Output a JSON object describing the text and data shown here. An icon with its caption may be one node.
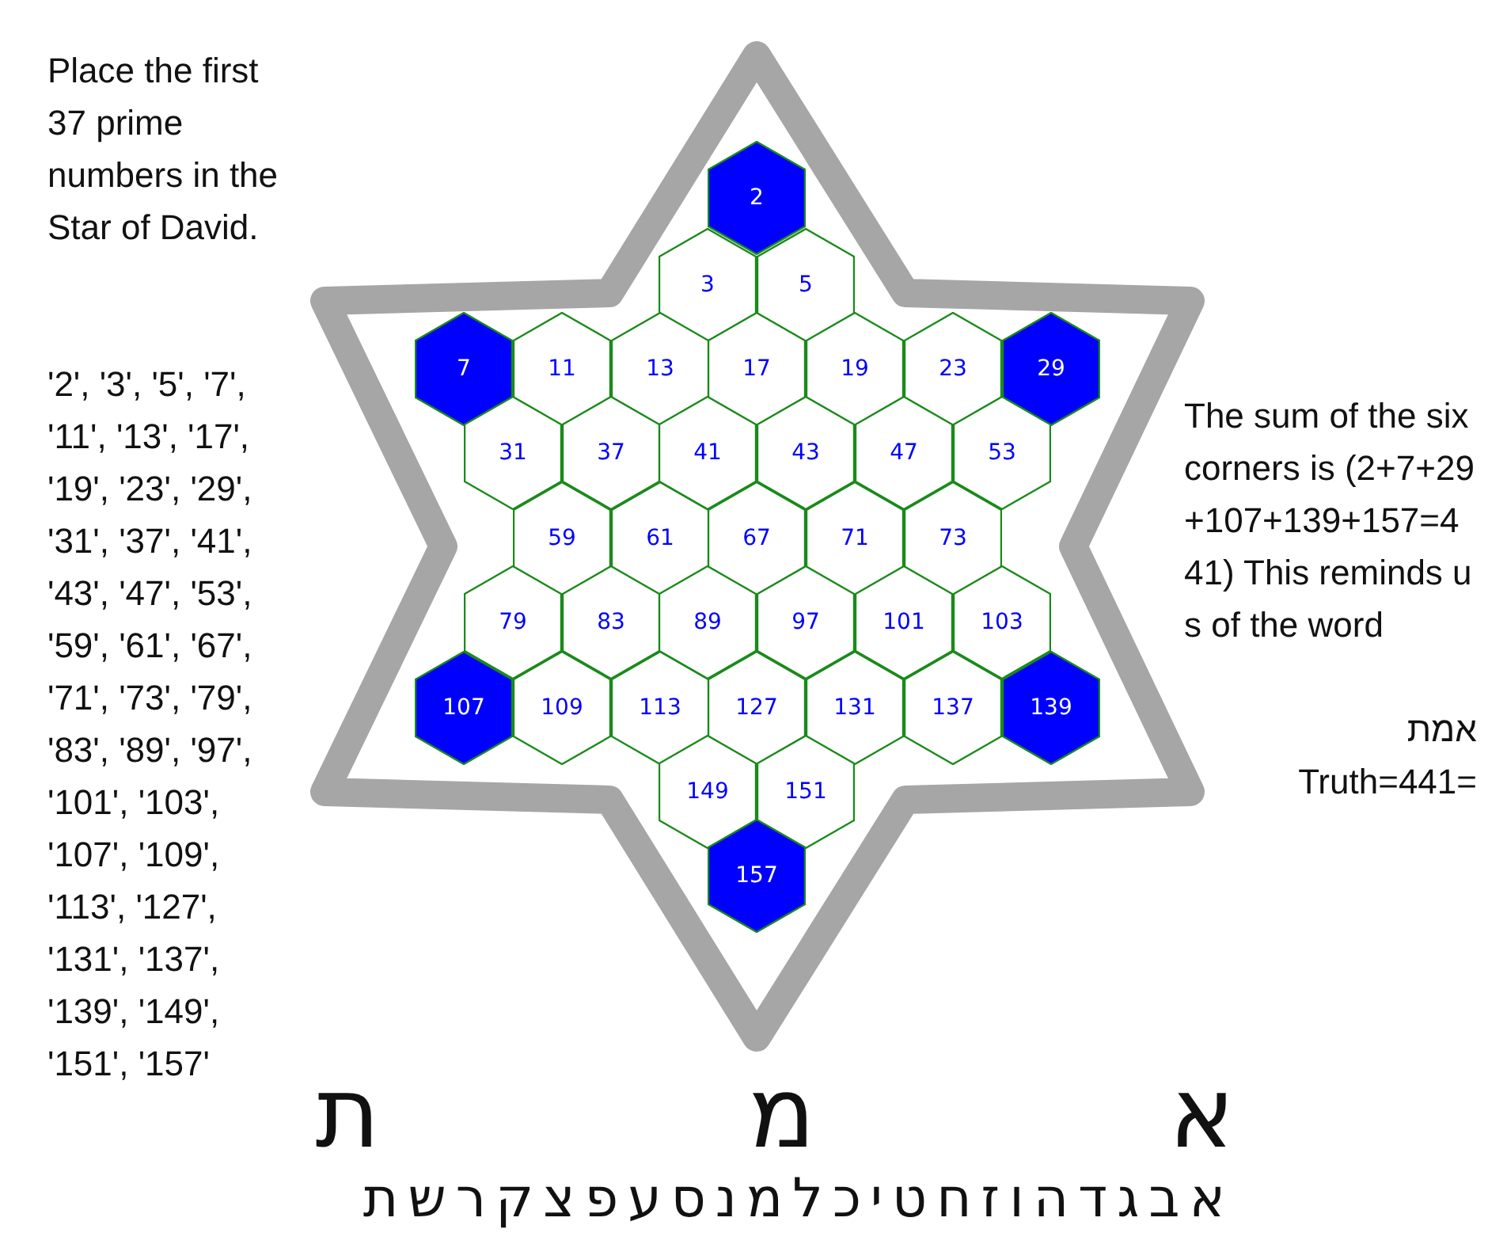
{
  "diagram": {
    "nodes": [
      {
        "text": [
          "2"
        ]
      },
      {
        "text": [
          "3"
        ]
      },
      {
        "text": [
          "5"
        ]
      },
      {
        "text": [
          "7"
        ]
      },
      {
        "text": [
          "11"
        ]
      },
      {
        "text": [
          "13"
        ]
      },
      {
        "text": [
          "17"
        ]
      },
      {
        "text": [
          "19"
        ]
      },
      {
        "text": [
          "23"
        ]
      },
      {
        "text": [
          "29"
        ]
      },
      {
        "text": [
          "31"
        ]
      },
      {
        "text": [
          "37"
        ]
      },
      {
        "text": [
          "41"
        ]
      },
      {
        "text": [
          "43"
        ]
      },
      {
        "text": [
          "47"
        ]
      },
      {
        "text": [
          "53"
        ]
      },
      {
        "text": [
          "59"
        ]
      },
      {
        "text": [
          "61"
        ]
      },
      {
        "text": [
          "67"
        ]
      },
      {
        "text": [
          "71"
        ]
      },
      {
        "text": [
          "73"
        ]
      },
      {
        "text": [
          "79"
        ]
      },
      {
        "text": [
          "83"
        ]
      },
      {
        "text": [
          "89"
        ]
      },
      {
        "text": [
          "97"
        ]
      },
      {
        "text": [
          "101"
        ]
      },
      {
        "text": [
          "103"
        ]
      },
      {
        "text": [
          "107"
        ]
      },
      {
        "text": [
          "109"
        ]
      },
      {
        "text": [
          "113"
        ]
      },
      {
        "text": [
          "127"
        ]
      },
      {
        "text": [
          "131"
        ]
      },
      {
        "text": [
          "137"
        ]
      },
      {
        "text": [
          "139"
        ]
      },
      {
        "text": [
          "149"
        ]
      },
      {
        "text": [
          "151"
        ]
      },
      {
        "text": [
          "157"
        ]
      }
    ],
    "labels": [
      "Place the first 37 prime numbers in the Star of David.",
      "'2', '3', '5', '7', '11', '13', '17', '19', '23', '29', '31', '37', '41', '43', '47', '53', '59', '61', '67', '71', '73', '79', '83', '89', '97', '101', '103', '107', '109', '113', '127', '131', '137', '139', '149', '151', '157'",
      "The sum of the six corners is (2+7+29+107+139+157=441) This reminds us of the word",
      "אמת",
      "Truth=441=",
      "ת",
      "מ",
      "א",
      "אבגדהוזחטיכלמנסעפצקרשת"
    ]
  }
}
